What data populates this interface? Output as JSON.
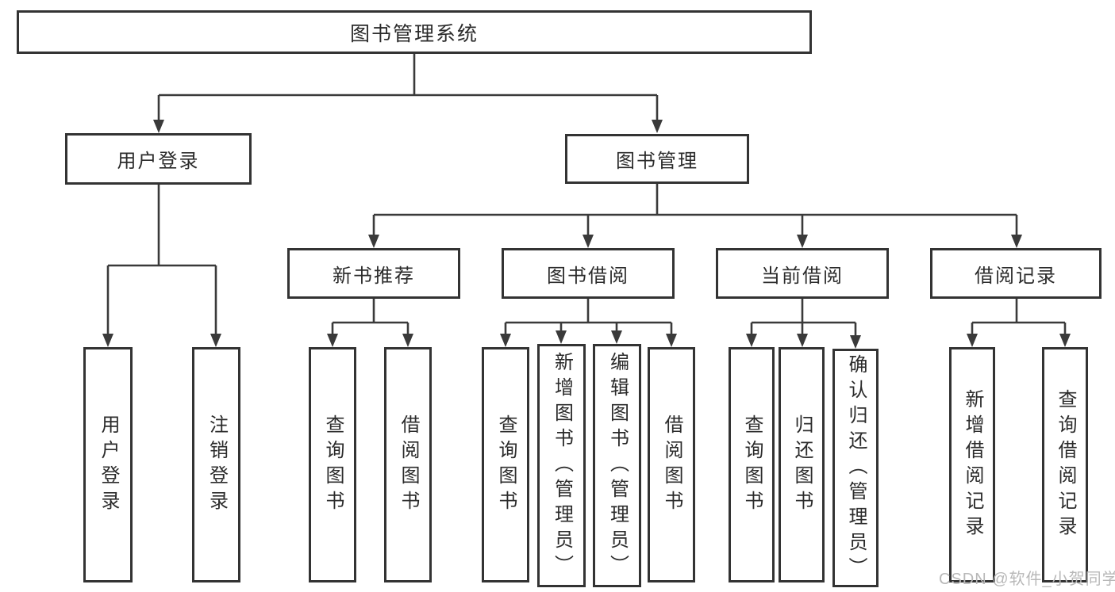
{
  "diagram": {
    "root": "图书管理系统",
    "level2": {
      "user_login": "用户登录",
      "book_management": "图书管理"
    },
    "level3": {
      "new_book_recommend": "新书推荐",
      "book_borrow": "图书借阅",
      "current_borrow": "当前借阅",
      "borrow_records": "借阅记录"
    },
    "leaves": {
      "user_login_action": "用户登录",
      "logout": "注销登录",
      "nbr_query_books": "查询图书",
      "nbr_borrow_books": "借阅图书",
      "bb_query_books": "查询图书",
      "bb_add_books_admin": "新增图书（管理员）",
      "bb_edit_books_admin": "编辑图书（管理员）",
      "bb_borrow_books": "借阅图书",
      "cb_query_books": "查询图书",
      "cb_return_books": "归还图书",
      "cb_confirm_return_admin": "确认归还（管理员）",
      "br_add_record": "新增借阅记录",
      "br_query_record": "查询借阅记录"
    },
    "structure": {
      "图书管理系统": [
        "用户登录",
        "图书管理"
      ],
      "用户登录": [
        "用户登录",
        "注销登录"
      ],
      "图书管理": [
        "新书推荐",
        "图书借阅",
        "当前借阅",
        "借阅记录"
      ],
      "新书推荐": [
        "查询图书",
        "借阅图书"
      ],
      "图书借阅": [
        "查询图书",
        "新增图书（管理员）",
        "编辑图书（管理员）",
        "借阅图书"
      ],
      "当前借阅": [
        "查询图书",
        "归还图书",
        "确认归还（管理员）"
      ],
      "借阅记录": [
        "新增借阅记录",
        "查询借阅记录"
      ]
    }
  },
  "watermark": "CSDN @软件_小贺同学",
  "colors": {
    "line": "#3a3a3a",
    "border": "#333333",
    "text": "#2b2b2b",
    "watermark": "#b8b8b8",
    "background": "#ffffff"
  }
}
